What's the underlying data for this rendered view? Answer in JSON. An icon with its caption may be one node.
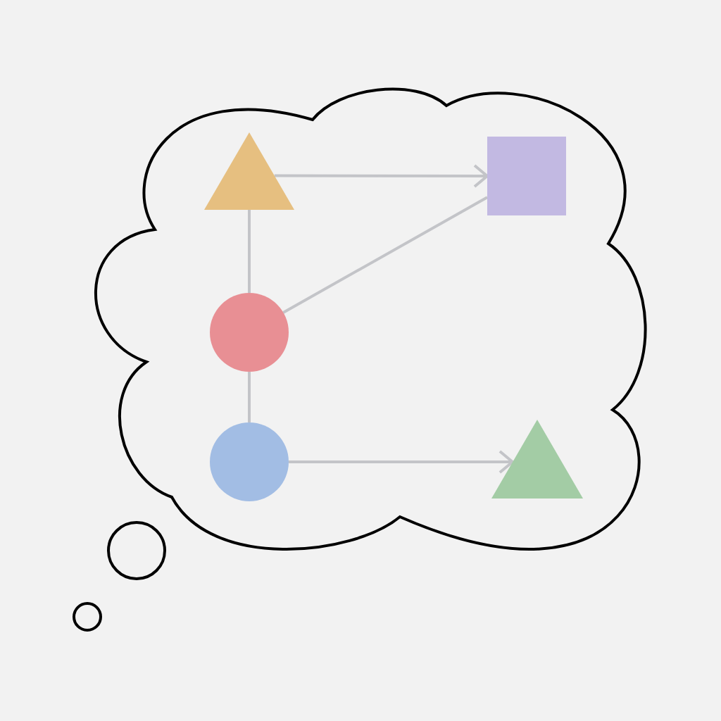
{
  "diagram": {
    "nodes": [
      {
        "text": [],
        "shape": "cloud"
      },
      {
        "text": [],
        "shape": "triangle",
        "in": 0
      },
      {
        "text": [],
        "shape": "square",
        "in": 0
      },
      {
        "text": [],
        "shape": "circle",
        "in": 0
      },
      {
        "text": [],
        "shape": "circle",
        "in": 0
      },
      {
        "text": [],
        "shape": "triangle",
        "in": 0
      }
    ],
    "edges": [
      {
        "from": 1,
        "to": 2,
        "arrow": "to"
      },
      {
        "from": 1,
        "to": 3,
        "arrow": "none"
      },
      {
        "from": 3,
        "to": 2,
        "arrow": "none"
      },
      {
        "from": 3,
        "to": 4,
        "arrow": "none"
      },
      {
        "from": 4,
        "to": 5,
        "arrow": "to"
      }
    ]
  }
}
